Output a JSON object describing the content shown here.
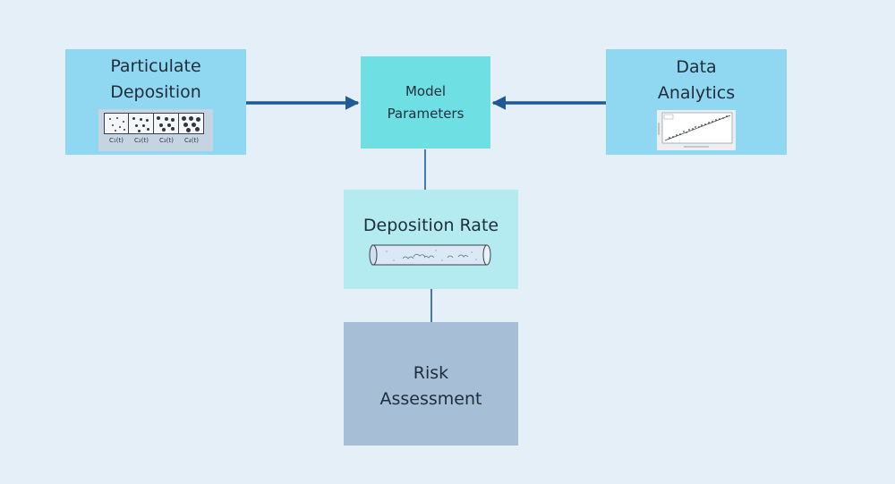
{
  "nodes": {
    "particulate_deposition": {
      "title_line1": "Particulate",
      "title_line2": "Deposition",
      "sample_labels": [
        "C₁(t)",
        "C₂(t)",
        "C₃(t)",
        "C₄(t)"
      ]
    },
    "model_parameters": {
      "title_line1": "Model",
      "title_line2": "Parameters"
    },
    "data_analytics": {
      "title_line1": "Data",
      "title_line2": "Analytics"
    },
    "deposition_rate": {
      "title": "Deposition Rate"
    },
    "risk_assessment": {
      "title_line1": "Risk",
      "title_line2": "Assessment"
    }
  },
  "colors": {
    "background": "#e4eff7",
    "input_box": "#90d8f1",
    "model_box": "#6ee0e3",
    "rate_box": "#b4ebf1",
    "risk_box": "#a6bfd6",
    "arrow": "#1f5a96"
  }
}
